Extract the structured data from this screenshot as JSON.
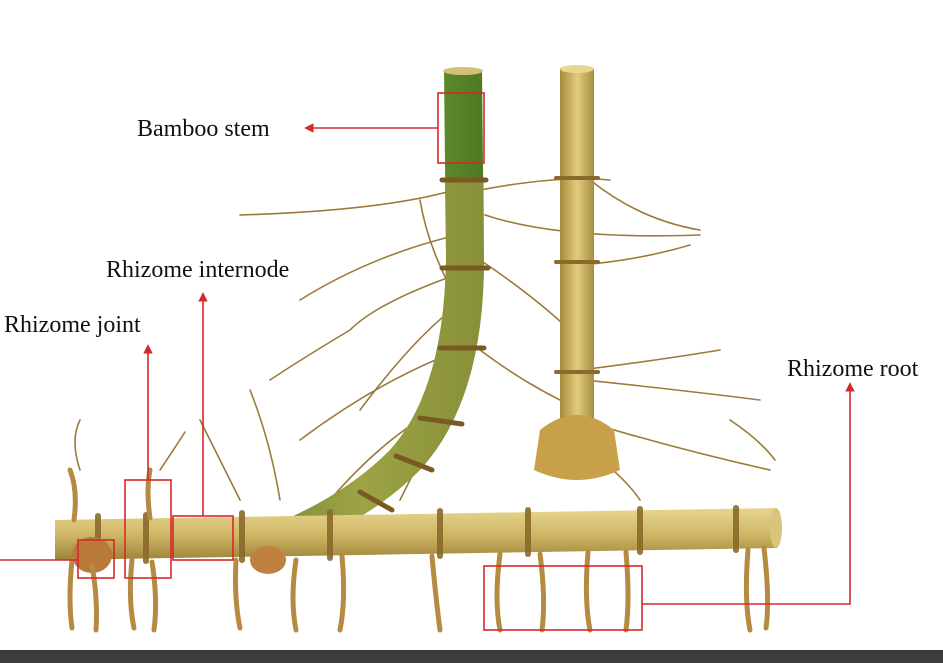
{
  "labels": {
    "bamboo_stem": "Bamboo stem",
    "rhizome_internode": "Rhizome internode",
    "rhizome_joint": "Rhizome joint",
    "rhizome_root": "Rhizome root"
  },
  "colors": {
    "annotation": "#d42a2a",
    "stem_green": "#6e9a2c",
    "culm_tan": "#c9b05a",
    "rhizome": "#d4bf6e",
    "root": "#b98a3e"
  }
}
